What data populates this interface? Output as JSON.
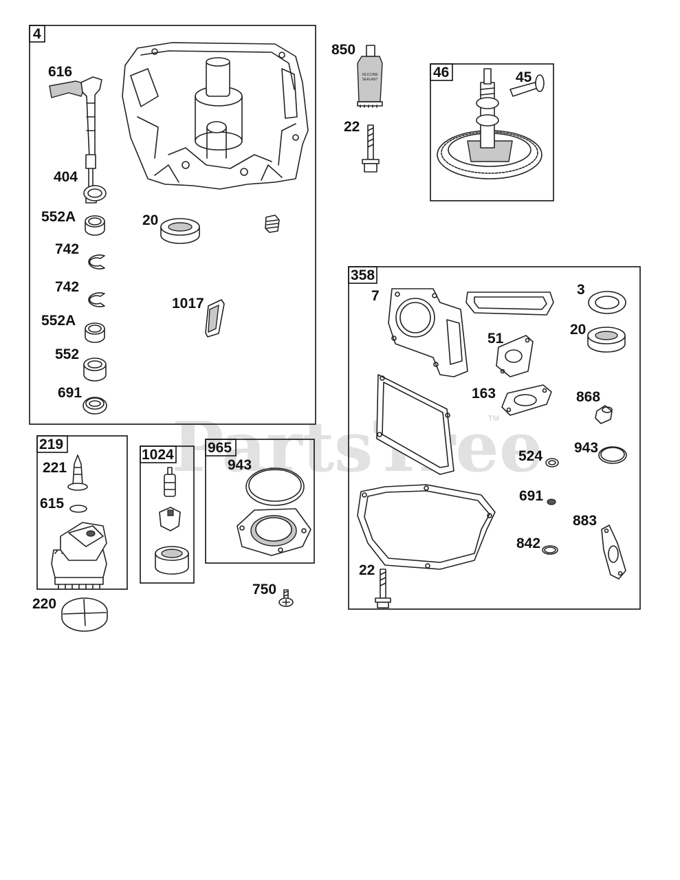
{
  "watermark": {
    "text": "PartsTree",
    "tm": "TM"
  },
  "groups": [
    {
      "id": "g4",
      "tag": "4"
    },
    {
      "id": "g46",
      "tag": "46"
    },
    {
      "id": "g358",
      "tag": "358"
    },
    {
      "id": "g219",
      "tag": "219"
    },
    {
      "id": "g1024",
      "tag": "1024"
    },
    {
      "id": "g965",
      "tag": "965"
    }
  ],
  "labels": {
    "l616": "616",
    "l404": "404",
    "l552a_1": "552A",
    "l742_1": "742",
    "l742_2": "742",
    "l552a_2": "552A",
    "l552": "552",
    "l691_1": "691",
    "l20_1": "20",
    "l1017": "1017",
    "l850": "850",
    "l22_1": "22",
    "l45": "45",
    "l7": "7",
    "l3": "3",
    "l20_2": "20",
    "l51": "51",
    "l163": "163",
    "l868": "868",
    "l524": "524",
    "l943_2": "943",
    "l691_2": "691",
    "l883": "883",
    "l842": "842",
    "l22_2": "22",
    "l221": "221",
    "l615": "615",
    "l220": "220",
    "l943_1": "943",
    "l750": "750"
  },
  "sealant_text": [
    "SILICONE",
    "SEALANT"
  ]
}
